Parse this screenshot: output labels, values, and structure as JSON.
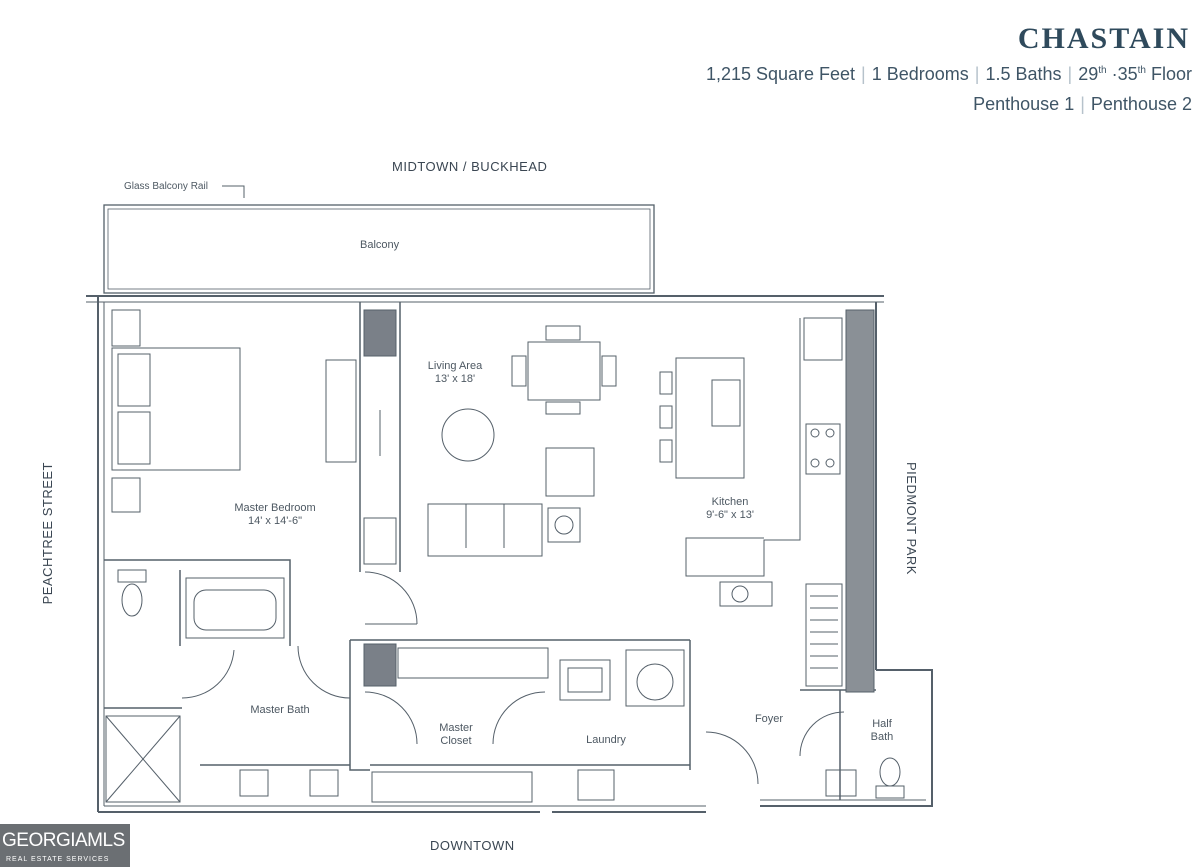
{
  "header": {
    "title": "CHASTAIN",
    "sqft": "1,215 Square Feet",
    "bedrooms": "1 Bedrooms",
    "baths": "1.5 Baths",
    "floors_a": "29",
    "floors_sup_a": "th",
    "floors_mid": " ·35",
    "floors_sup_b": "th",
    "floors_word": " Floor",
    "penthouse1": "Penthouse 1",
    "penthouse2": "Penthouse 2"
  },
  "compass": {
    "north": "MIDTOWN / BUCKHEAD",
    "south": "DOWNTOWN",
    "west": "PEACHTREE STREET",
    "east": "PIEDMONT PARK"
  },
  "annotations": {
    "glass_rail": "Glass Balcony Rail"
  },
  "rooms": {
    "balcony": "Balcony",
    "living_name": "Living Area",
    "living_dim": "13' x 18'",
    "bedroom_name": "Master Bedroom",
    "bedroom_dim": "14' x 14'-6\"",
    "kitchen_name": "Kitchen",
    "kitchen_dim": "9'-6\" x 13'",
    "master_bath": "Master Bath",
    "closet_line1": "Master",
    "closet_line2": "Closet",
    "laundry": "Laundry",
    "foyer": "Foyer",
    "half_line1": "Half",
    "half_line2": "Bath"
  },
  "logo": {
    "name": "GEORGIAMLS",
    "tagline": "REAL ESTATE SERVICES"
  }
}
